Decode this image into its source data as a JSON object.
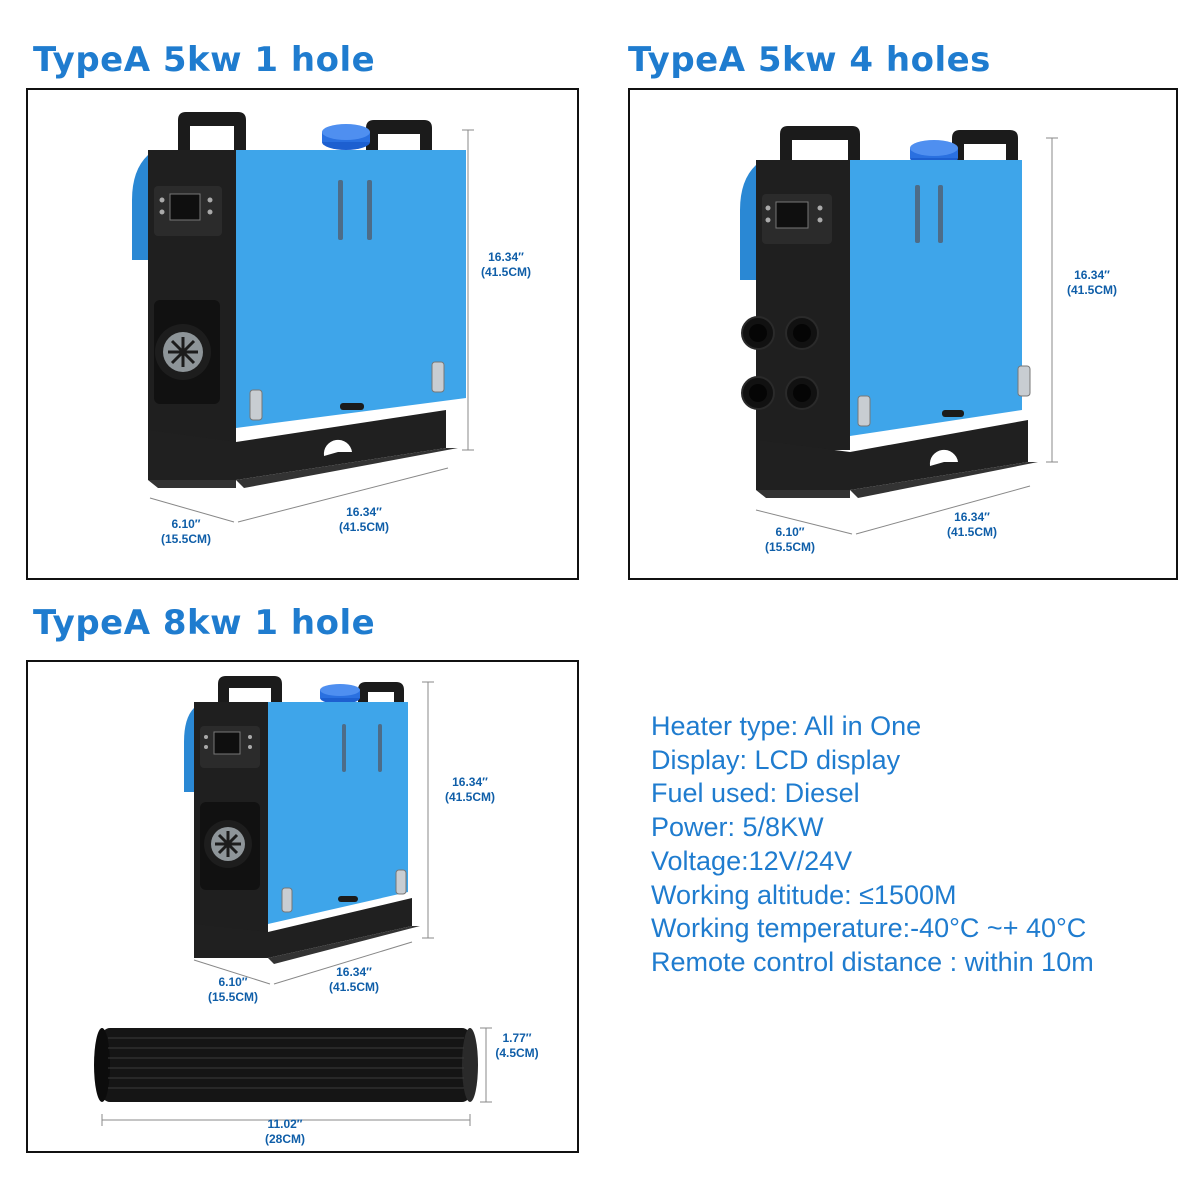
{
  "titles": {
    "a": "TypeA 5kw 1 hole",
    "b": "TypeA 5kw 4 holes",
    "c": "TypeA 8kw 1 hole"
  },
  "dimensions": {
    "height_in": "16.34″",
    "height_cm": "(41.5CM)",
    "depth_in": "6.10″",
    "depth_cm": "(15.5CM)",
    "width_in": "16.34″",
    "width_cm": "(41.5CM)",
    "hose_diameter_in": "1.77″",
    "hose_diameter_cm": "(4.5CM)",
    "hose_length_in": "11.02″",
    "hose_length_cm": "(28CM)"
  },
  "specs": [
    "Heater type: All in One",
    "Display: LCD display",
    "Fuel used: Diesel",
    "Power: 5/8KW",
    "Voltage:12V/24V",
    "Working altitude: ≤1500M",
    "Working temperature:-40°C ~+ 40°C",
    "Remote control distance : within 10m"
  ],
  "colors": {
    "title": "#1f7ccf",
    "heater_body": "#3ea5ea",
    "frame": "#1b1b1b",
    "dimension_text": "#0f5ea8"
  }
}
